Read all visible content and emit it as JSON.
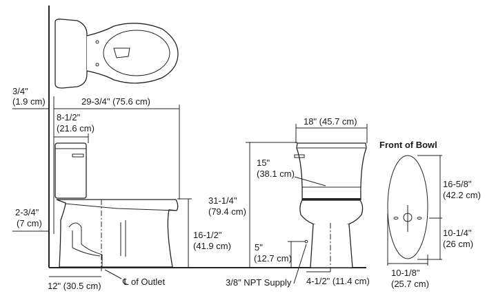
{
  "labels": {
    "wall_offset_in": "3/4\"",
    "wall_offset_cm": "(1.9 cm)",
    "overall_depth": "29-3/4\" (75.6 cm)",
    "tank_depth_in": "8-1/2\"",
    "tank_depth_cm": "(21.6 cm)",
    "supply_height_side_in": "2-3/4\"",
    "supply_height_side_cm": "(7 cm)",
    "overall_height_in": "31-1/4\"",
    "overall_height_cm": "(79.4 cm)",
    "rim_height_in": "16-1/2\"",
    "rim_height_cm": "(41.9 cm)",
    "rough_in": "12\" (30.5 cm)",
    "outlet_centerline": "℄ of Outlet",
    "tank_width": "18\" (45.7 cm)",
    "tank_height_in": "15\"",
    "tank_height_cm": "(38.1 cm)",
    "supply_height_in": "5\"",
    "supply_height_cm": "(12.7 cm)",
    "supply_type": "3/8\" NPT Supply",
    "supply_offset": "4-1/2\" (11.4 cm)",
    "front_of_bowl": "Front of Bowl",
    "bowl_length_in": "16-5/8\"",
    "bowl_length_cm": "(42.2 cm)",
    "bolt_to_back_in": "10-1/4\"",
    "bolt_to_back_cm": "(26 cm)",
    "bowl_width_in": "10-1/8\"",
    "bowl_width_cm": "(25.7 cm)"
  }
}
